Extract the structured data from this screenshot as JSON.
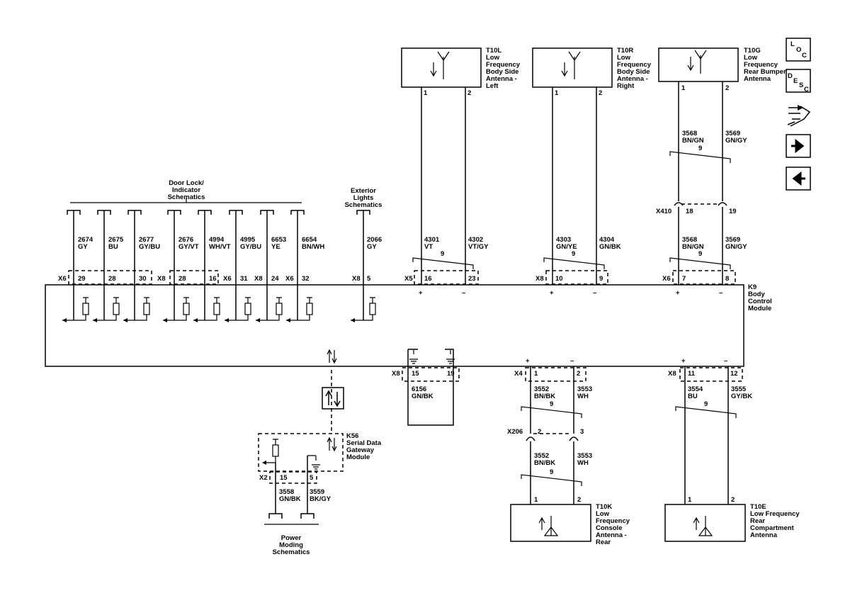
{
  "nav": {
    "loc": [
      "L",
      "O",
      "C"
    ],
    "desc": [
      "D",
      "E",
      "S",
      "C"
    ]
  },
  "door_lock_label": [
    "Door Lock/",
    "Indicator",
    "Schematics"
  ],
  "exterior_label": [
    "Exterior",
    "Lights",
    "Schematics"
  ],
  "power_moding_label": [
    "Power",
    "Moding",
    "Schematics"
  ],
  "bcm_label": [
    "K9",
    "Body",
    "Control",
    "Module"
  ],
  "k56_label": [
    "K56",
    "Serial Data",
    "Gateway",
    "Module"
  ],
  "antennas": {
    "t10l": [
      "T10L",
      "Low",
      "Frequency",
      "Body Side",
      "Antenna -",
      "Left"
    ],
    "t10r": [
      "T10R",
      "Low",
      "Frequency",
      "Body Side",
      "Antenna -",
      "Right"
    ],
    "t10g": [
      "T10G",
      "Low",
      "Frequency",
      "Rear Bumper",
      "Antenna"
    ],
    "t10k": [
      "T10K",
      "Low",
      "Frequency",
      "Console",
      "Antenna -",
      "Rear"
    ],
    "t10e": [
      "T10E",
      "Low Frequency",
      "Rear",
      "Compartment",
      "Antenna"
    ]
  },
  "door_wires": [
    {
      "circuit": "2674",
      "color": "GY",
      "conn": "X6",
      "pin": "29"
    },
    {
      "circuit": "2675",
      "color": "BU",
      "conn": "",
      "pin": "28"
    },
    {
      "circuit": "2677",
      "color": "GY/BU",
      "conn": "",
      "pin": "30"
    },
    {
      "circuit": "2676",
      "color": "GY/VT",
      "conn": "X8",
      "pin": "28"
    },
    {
      "circuit": "4994",
      "color": "WH/VT",
      "conn": "",
      "pin": "16"
    },
    {
      "circuit": "4995",
      "color": "GY/BU",
      "conn": "X6",
      "pin": "31"
    },
    {
      "circuit": "6653",
      "color": "YE",
      "conn": "X8",
      "pin": "24"
    },
    {
      "circuit": "6654",
      "color": "BN/WH",
      "conn": "X6",
      "pin": "32"
    }
  ],
  "ext_wire": {
    "circuit": "2066",
    "color": "GY",
    "conn": "X8",
    "pin": "5"
  },
  "t10l_pair": {
    "conn": "X5",
    "p1": "16",
    "p2": "23",
    "c1": "4301",
    "col1": "VT",
    "c2": "4302",
    "col2": "VT/GY",
    "twist": "9",
    "ap1": "1",
    "ap2": "2"
  },
  "t10r_pair": {
    "conn": "X8",
    "p1": "10",
    "p2": "9",
    "c1": "4303",
    "col1": "GN/YE",
    "c2": "4304",
    "col2": "GN/BK",
    "twist": "9",
    "ap1": "1",
    "ap2": "2"
  },
  "t10g_pair": {
    "conn": "X6",
    "p1": "7",
    "p2": "8",
    "c1": "3568",
    "col1": "BN/GN",
    "c2": "3569",
    "col2": "GN/GY",
    "twist": "9",
    "ap1": "1",
    "ap2": "2",
    "inline": "X410",
    "ip1": "18",
    "ip2": "19",
    "uc1": "3568",
    "ucol1": "BN/GN",
    "uc2": "3569",
    "ucol2": "GN/GY",
    "utwist": "9"
  },
  "ground_conn": {
    "conn": "X8",
    "p1": "15",
    "p2": "19",
    "circuit": "6156",
    "color": "GN/BK"
  },
  "t10k_pair": {
    "conn": "X4",
    "p1": "1",
    "p2": "2",
    "c1": "3552",
    "col1": "BN/BK",
    "c2": "3553",
    "col2": "WH",
    "twist": "9",
    "inline": "X206",
    "ip1": "2",
    "ip2": "3",
    "lc1": "3552",
    "lcol1": "BN/BK",
    "lc2": "3553",
    "lcol2": "WH",
    "ltwist": "9",
    "ap1": "1",
    "ap2": "2"
  },
  "t10e_pair": {
    "conn": "X8",
    "p1": "11",
    "p2": "12",
    "c1": "3554",
    "col1": "BU",
    "c2": "3555",
    "col2": "GY/BK",
    "twist": "9",
    "ap1": "1",
    "ap2": "2"
  },
  "k56_pair": {
    "conn": "X2",
    "p1": "15",
    "p2": "5",
    "c1": "3558",
    "col1": "GN/BK",
    "c2": "3559",
    "col2": "BK/GY"
  },
  "polarity": {
    "plus": "+",
    "minus": "–"
  }
}
